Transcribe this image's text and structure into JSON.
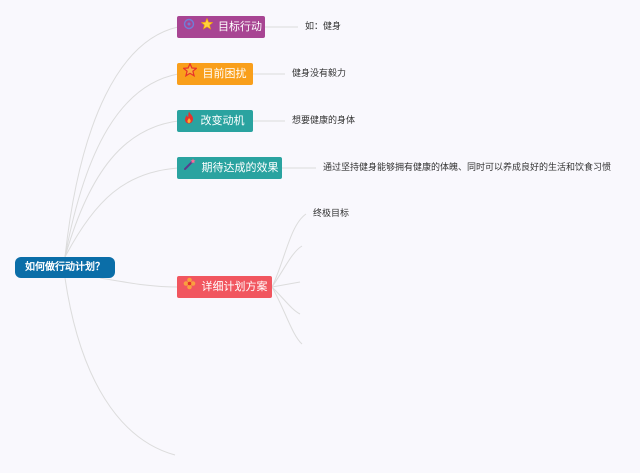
{
  "colors": {
    "background": "#f9f8fd",
    "root": "#0b6ea8",
    "goal": "#a84593",
    "trouble": "#f99f1b",
    "motive": "#2aa3a0",
    "effect": "#2aa3a0",
    "plan": "#f1565f",
    "link": "#dcdcdc"
  },
  "root": {
    "label": "如何做行动计划？"
  },
  "branches": [
    {
      "label": "目标行动",
      "icons": [
        "sparkle-icon",
        "star-icon"
      ],
      "leaf": "如：健身"
    },
    {
      "label": "目前困扰",
      "icons": [
        "star-outline-icon"
      ],
      "leaf": "健身没有毅力"
    },
    {
      "label": "改变动机",
      "icons": [
        "fire-icon"
      ],
      "leaf": "想要健康的身体"
    },
    {
      "label": "期待达成的效果",
      "icons": [
        "wand-icon"
      ],
      "leaf": "通过坚持健身能够拥有健康的体魄、同时可以养成良好的生活和饮食习惯"
    },
    {
      "label": "详细计划方案",
      "icons": [
        "flower-icon"
      ],
      "leaf": "终极目标"
    }
  ]
}
